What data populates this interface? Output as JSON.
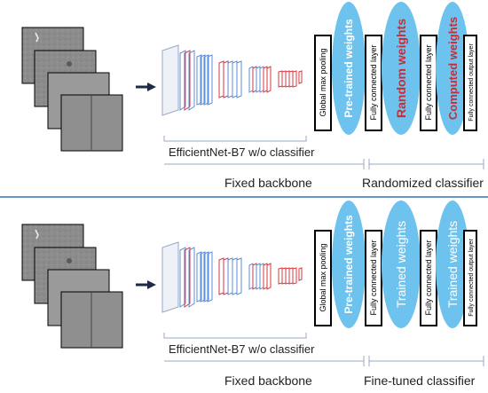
{
  "panels": [
    {
      "backbone_caption": "EfficientNet-B7 w/o classifier",
      "backbone_label": "Fixed backbone",
      "classifier_label": "Randomized classifier",
      "pooling_layer": "Global max pooling",
      "weights_1": "Pre-trained weights",
      "fc_layer_1": "Fully connected layer",
      "weights_2": "Random weights",
      "fc_layer_2": "Fully connected layer",
      "weights_3": "Computed weights",
      "output_layer": "Fully connected output layer"
    },
    {
      "backbone_caption": "EfficientNet-B7 w/o classifier",
      "backbone_label": "Fixed backbone",
      "classifier_label": "Fine-tuned classifier",
      "pooling_layer": "Global max pooling",
      "weights_1": "Pre-trained weights",
      "fc_layer_1": "Fully connected layer",
      "weights_2": "Trained weights",
      "fc_layer_2": "Fully connected layer",
      "weights_3": "Trained weights",
      "output_layer": "Fully connected output layer"
    }
  ],
  "colors": {
    "ellipse_fill": "#6ec3ee",
    "weights_text_red": "#c0303a",
    "weights_text_white": "#ffffff",
    "divider": "#2e75b6",
    "layer_blue": "#5b8fd6",
    "layer_red": "#d9373f",
    "arrow": "#1f2a44"
  }
}
